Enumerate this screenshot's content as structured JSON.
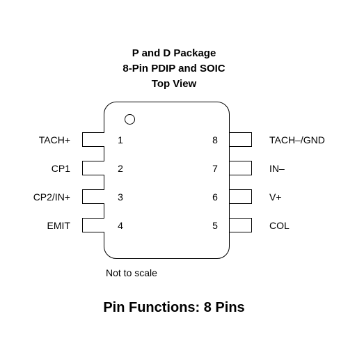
{
  "header": {
    "line1": "P and D Package",
    "line2": "8-Pin PDIP and SOIC",
    "line3": "Top View"
  },
  "pins": {
    "left": [
      {
        "number": "1",
        "label": "TACH+"
      },
      {
        "number": "2",
        "label": "CP1"
      },
      {
        "number": "3",
        "label": "CP2/IN+"
      },
      {
        "number": "4",
        "label": "EMIT"
      }
    ],
    "right": [
      {
        "number": "8",
        "label": "TACH–/GND"
      },
      {
        "number": "7",
        "label": "IN–"
      },
      {
        "number": "6",
        "label": "V+"
      },
      {
        "number": "5",
        "label": "COL"
      }
    ]
  },
  "note": "Not to scale",
  "footer": "Pin Functions: 8 Pins"
}
